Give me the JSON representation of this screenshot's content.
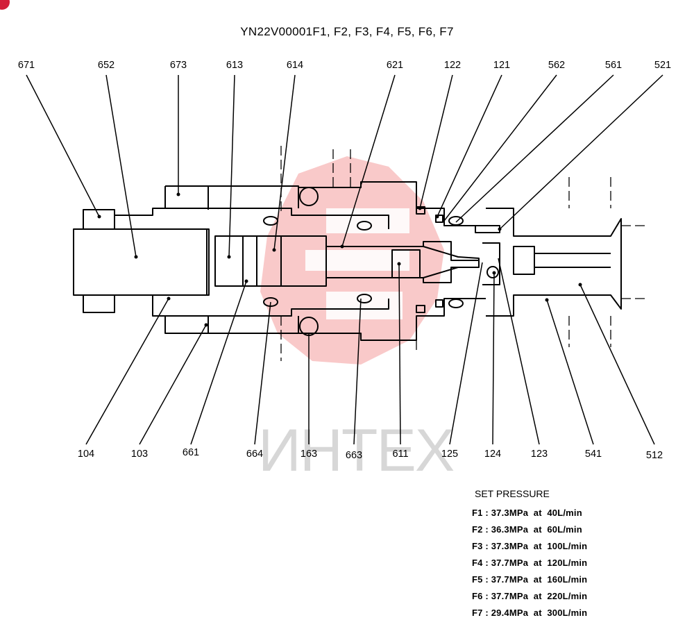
{
  "title": "YN22V00001F1, F2, F3, F4, F5, F6, F7",
  "watermark": "ИНТЕХ",
  "labels_top": [
    "671",
    "652",
    "673",
    "613",
    "614",
    "621",
    "122",
    "121",
    "562",
    "561",
    "521"
  ],
  "labels_bottom": [
    "104",
    "103",
    "661",
    "664",
    "163",
    "663",
    "611",
    "125",
    "124",
    "123",
    "541",
    "512"
  ],
  "set_pressure": {
    "heading": "SET PRESSURE",
    "rows": [
      "F1 : 37.3MPa  at  40L/min",
      "F2 : 36.3MPa  at  60L/min",
      "F3 : 37.3MPa  at  100L/min",
      "F4 : 37.7MPa  at  120L/min",
      "F5 : 37.7MPa  at  160L/min",
      "F6 : 37.7MPa  at  220L/min",
      "F7 : 29.4MPa  at  300L/min"
    ]
  },
  "colors": {
    "line": "#000000",
    "watermark_logo": "#f7b7b7",
    "watermark_text": "#d7d7d7",
    "corner_badge": "#d31f3a"
  }
}
